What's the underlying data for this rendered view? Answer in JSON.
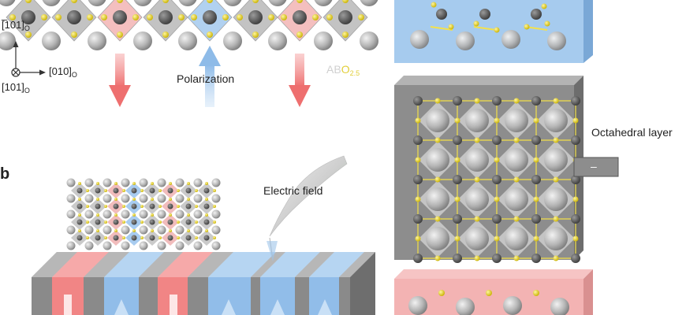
{
  "labels": {
    "axis_top": "[̅101]",
    "axis_top_sub": "O",
    "axis_right": "[010]",
    "axis_right_sub": "O",
    "axis_bottom": "[101]",
    "axis_bottom_sub": "O",
    "polarization": "Polarization",
    "formula_ab": "AB",
    "formula_o": "O",
    "formula_sub": "2.5",
    "panel_b": "b",
    "electric_field": "Electric field",
    "octahedral_layer": "Octahedral layer",
    "minus_sign": "–"
  },
  "colors": {
    "red": "#f08080",
    "blue": "#8ebbe8",
    "gray_slab": "#8a8a8a",
    "atom_gray": "#a9a9a9",
    "oxygen_yellow": "#e6d22c"
  }
}
